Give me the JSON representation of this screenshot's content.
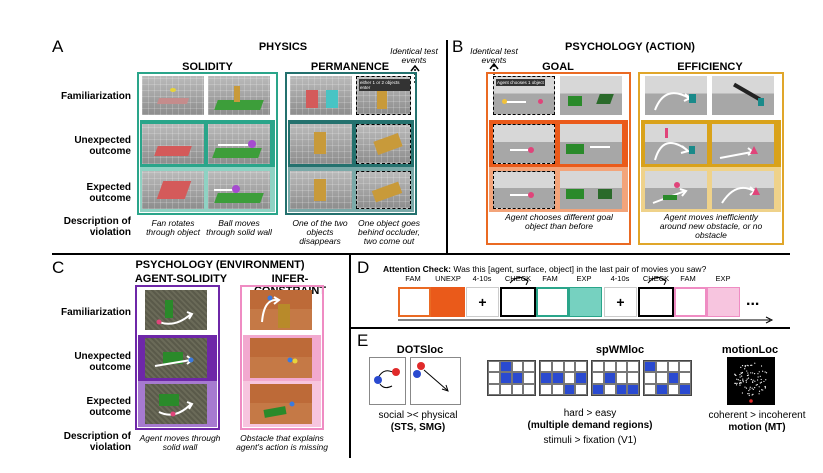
{
  "panels": {
    "A": {
      "letter": "A",
      "title": "PHYSICS",
      "note": "Identical test events",
      "columns": [
        "SOLIDITY",
        "PERMANENCE"
      ],
      "row_labels": [
        "Familiarization",
        "Unexpected outcome",
        "Expected outcome",
        "Description of violation"
      ],
      "descriptions": [
        "Fan rotates through object",
        "Ball moves through solid wall",
        "One of the two objects disappears",
        "One object goes behind occluder, two come out"
      ],
      "frame_text": "either 1 or 2 objects enter",
      "colors": {
        "solidity": "#2aa58a",
        "permanence": "#24716e"
      }
    },
    "B": {
      "letter": "B",
      "title": "PSYCHOLOGY (ACTION)",
      "note": "Identical test events",
      "columns": [
        "GOAL",
        "EFFICIENCY"
      ],
      "descriptions": [
        "Agent chooses different goal object than before",
        "Agent moves inefficiently around new obstacle, or no obstacle"
      ],
      "frame_text": "Agent chooses 1 object",
      "colors": {
        "goal": "#ea6a23",
        "efficiency": "#e0a62a"
      }
    },
    "C": {
      "letter": "C",
      "title": "PSYCHOLOGY (ENVIRONMENT)",
      "columns": [
        "AGENT-SOLIDITY",
        "INFER-CONSTRAINT"
      ],
      "row_labels": [
        "Familiarization",
        "Unexpected outcome",
        "Expected outcome",
        "Description of violation"
      ],
      "descriptions": [
        "Agent moves through solid wall",
        "Obstacle that explains agent's action is missing"
      ],
      "colors": {
        "agent_solidity": "#6e27a8",
        "infer_constraint": "#ef8cc3"
      }
    },
    "D": {
      "letter": "D",
      "check_bold": "Attention Check:",
      "check_text": "Was this [agent, surface, object] in the last pair of movies you saw?",
      "labels": [
        "FAM",
        "UNEXP",
        "4-10s",
        "CHECK",
        "FAM",
        "EXP",
        "4-10s",
        "CHECK",
        "FAM",
        "EXP"
      ],
      "plus": "+",
      "ellipsis": "...",
      "colors": {
        "unexp": "#ea5a1a",
        "exp_teal": "#76d1c0",
        "exp_pink": "#f7c5df",
        "fam_orange": "#ea6a23",
        "fam_teal": "#2aa58a",
        "fam_pink": "#ef8cc3"
      }
    },
    "E": {
      "letter": "E",
      "dots": {
        "title": "DOTSloc",
        "line1": "social >< physical",
        "line2": "(STS, SMG)"
      },
      "spwm": {
        "title": "spWMloc",
        "line1": "hard > easy",
        "line2": "(multiple demand regions)",
        "line3": "stimuli > fixation (V1)"
      },
      "motion": {
        "title": "motionLoc",
        "line1": "coherent > incoherent",
        "line2": "motion (MT)"
      }
    }
  }
}
